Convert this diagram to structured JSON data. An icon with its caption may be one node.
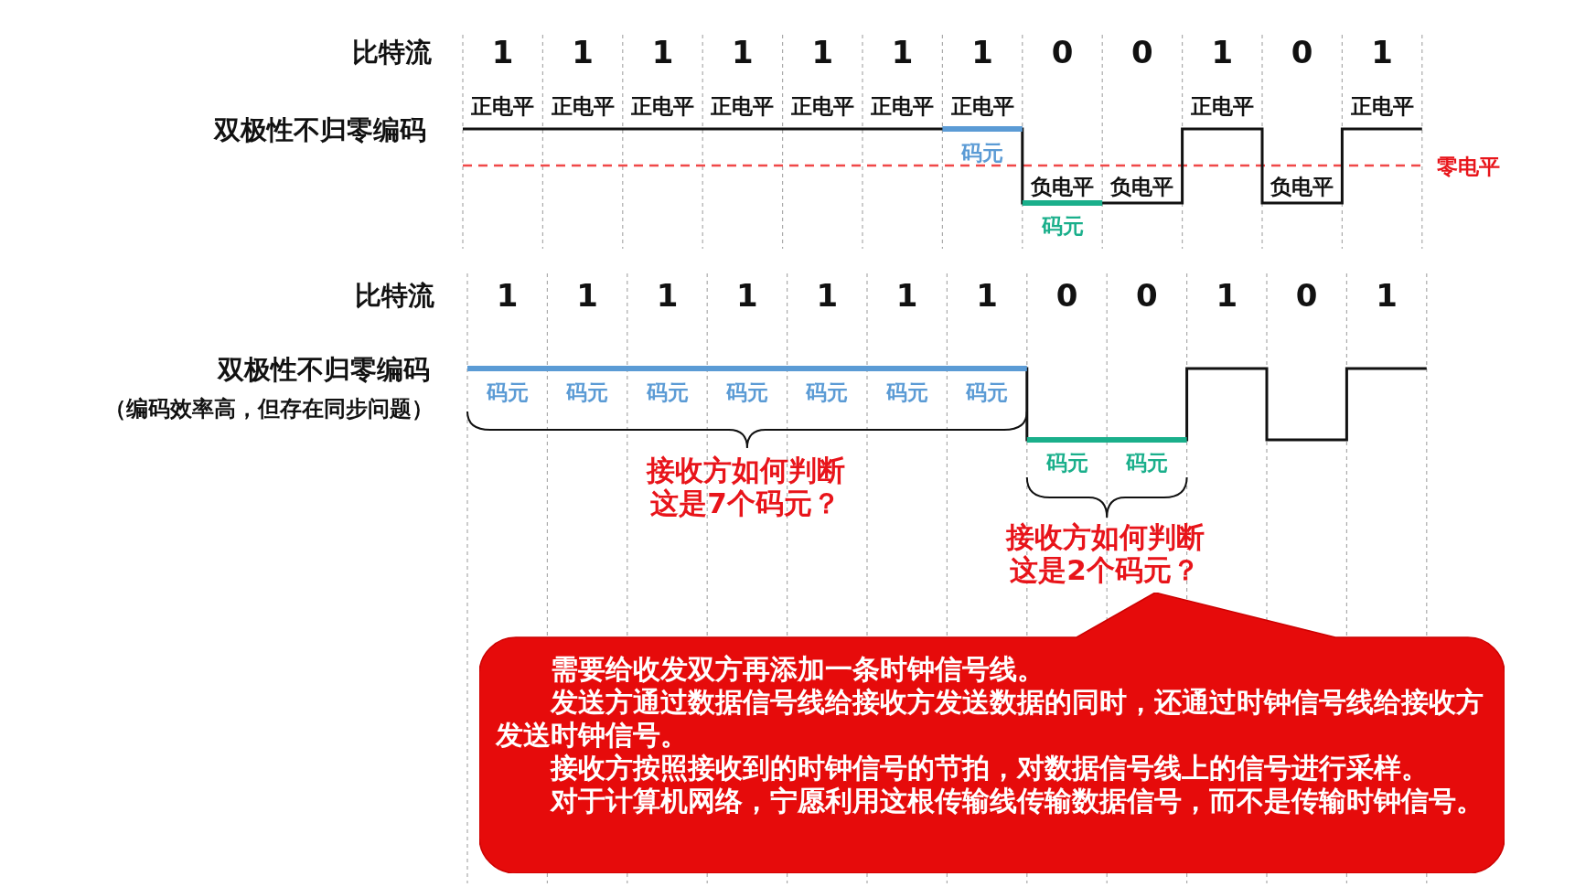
{
  "diagram": {
    "nodes": [
      {
        "text": [
          "需要给收发双方再添加一条时钟信号线。",
          "发送方通过数据信号线给接收方发送数据的同时，还通过时钟信号线给接收方发送时钟信号。",
          "接收方按照接收到的时钟信号的节拍，对数据信号线上的信号进行采样。",
          "对于计算机网络，宁愿利用这根传输线传输数据信号，而不是传输时钟信号。"
        ]
      }
    ],
    "labels": [
      "比特流",
      "1",
      "1",
      "1",
      "1",
      "1",
      "1",
      "1",
      "0",
      "0",
      "1",
      "0",
      "1",
      "双极性不归零编码",
      "正电平",
      "正电平",
      "正电平",
      "正电平",
      "正电平",
      "正电平",
      "正电平",
      "正电平",
      "正电平",
      "码元",
      "零电平",
      "负电平",
      "负电平",
      "负电平",
      "码元",
      "比特流",
      "1",
      "1",
      "1",
      "1",
      "1",
      "1",
      "1",
      "0",
      "0",
      "1",
      "0",
      "1",
      "双极性不归零编码",
      "（编码效率高，但存在同步问题）",
      "码元",
      "码元",
      "码元",
      "码元",
      "码元",
      "码元",
      "码元",
      "码元",
      "码元",
      "接收方如何判断这是7个码元？",
      "接收方如何判断这是2个码元？"
    ]
  }
}
